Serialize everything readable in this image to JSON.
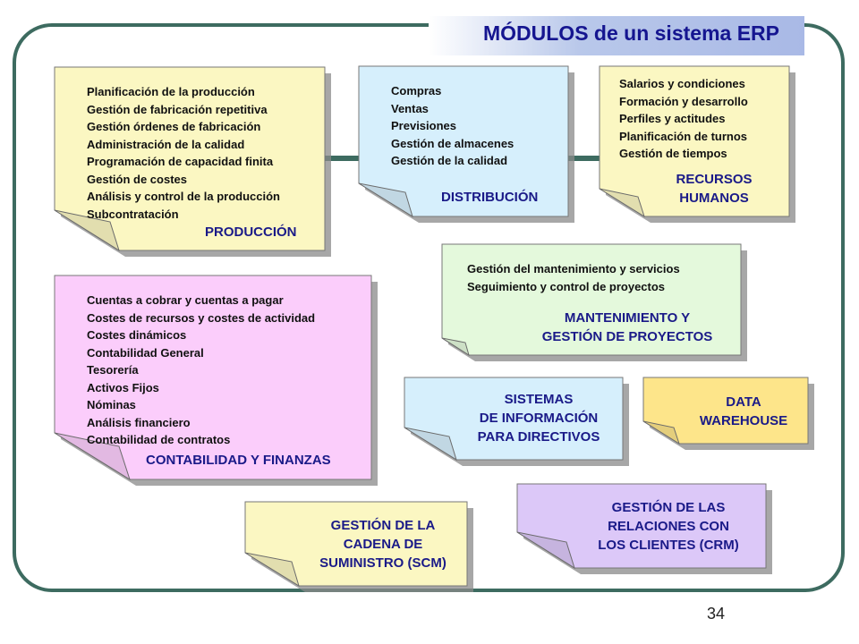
{
  "title": "MÓDULOS de un sistema ERP",
  "page_number": "34",
  "colors": {
    "frame": "#3d6b60",
    "label_text": "#1a1a88",
    "title_text": "#151590"
  },
  "modules": {
    "produccion": {
      "label": "PRODUCCIÓN",
      "color": "#fbf7c2",
      "items": [
        "Planificación de la producción",
        "Gestión de fabricación repetitiva",
        "Gestión órdenes de fabricación",
        "Administración de la calidad",
        "Programación de capacidad finita",
        "Gestión de costes",
        "Análisis y control de la producción",
        "Subcontratación"
      ]
    },
    "distribucion": {
      "label": "DISTRIBUCIÓN",
      "color": "#d6effc",
      "items": [
        "Compras",
        "Ventas",
        "Previsiones",
        "Gestión de almacenes",
        "Gestión de la calidad"
      ]
    },
    "rrhh": {
      "label_lines": [
        "RECURSOS",
        "HUMANOS"
      ],
      "color": "#fbf7c2",
      "items": [
        "Salarios y condiciones",
        "Formación y desarrollo",
        "Perfiles y actitudes",
        "Planificación de turnos",
        "Gestión de tiempos"
      ]
    },
    "mantenimiento": {
      "label_lines": [
        "MANTENIMIENTO Y",
        "GESTIÓN DE PROYECTOS"
      ],
      "color": "#e4f9dc",
      "items": [
        "Gestión del mantenimiento y servicios",
        "Seguimiento y control de proyectos"
      ]
    },
    "contabilidad": {
      "label": "CONTABILIDAD Y FINANZAS",
      "color": "#fbcdfb",
      "items": [
        "Cuentas a cobrar y cuentas a pagar",
        "Costes de recursos y costes de actividad",
        "Costes dinámicos",
        "Contabilidad General",
        "Tesorería",
        "Activos Fijos",
        "Nóminas",
        "Análisis financiero",
        "Contabilidad de contratos"
      ]
    },
    "sid": {
      "label_lines": [
        "SISTEMAS",
        "DE INFORMACIÓN",
        "PARA DIRECTIVOS"
      ],
      "color": "#d6effc"
    },
    "dw": {
      "label_lines": [
        "DATA",
        "WAREHOUSE"
      ],
      "color": "#fde58a"
    },
    "scm": {
      "label_lines": [
        "GESTIÓN DE LA",
        "CADENA DE",
        "SUMINISTRO (SCM)"
      ],
      "color": "#fbf7c2"
    },
    "crm": {
      "label_lines": [
        "GESTIÓN DE LAS",
        "RELACIONES CON",
        "LOS CLIENTES (CRM)"
      ],
      "color": "#dcc8f8"
    }
  }
}
